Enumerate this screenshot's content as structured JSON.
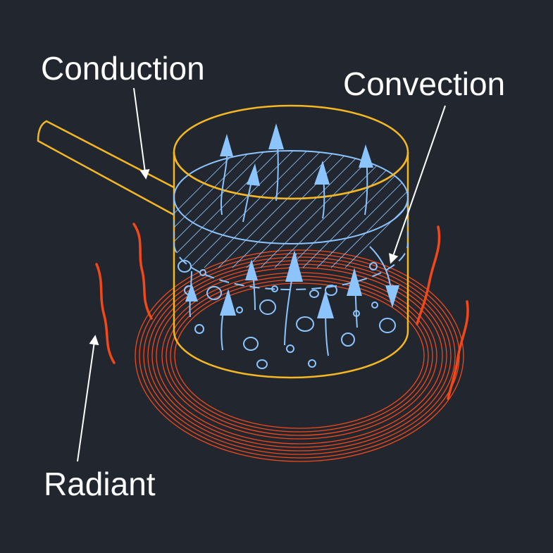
{
  "labels": {
    "conduction": "Conduction",
    "convection": "Convection",
    "radiant": "Radiant"
  },
  "colors": {
    "background": "#22272f",
    "pot": "#f5b722",
    "water": "#8cc4ff",
    "heat": "#f2481a",
    "text": "#ffffff"
  }
}
